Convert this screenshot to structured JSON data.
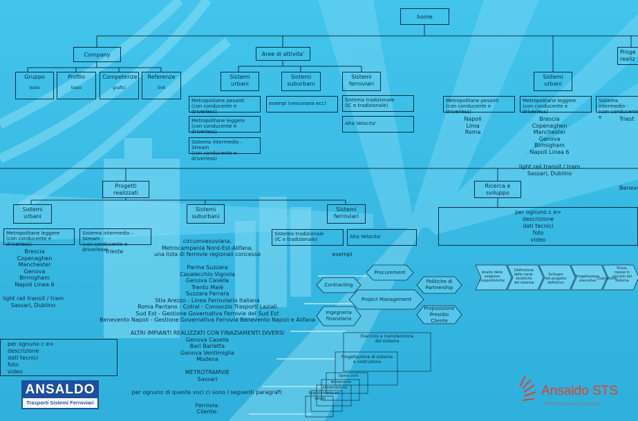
{
  "home": "home",
  "level1": {
    "company": "Company",
    "aree": "Aree di attivita'",
    "progetti": "Progetti\nrealizzati",
    "ricerca": "Ricerca e\nsviluppo",
    "right_cut": "Proge\nrealiz"
  },
  "company_children": [
    {
      "label": "Gruppo",
      "sub": "testo"
    },
    {
      "label": "Profilo",
      "sub": "testo"
    },
    {
      "label": "Competenze",
      "sub": "grafici"
    },
    {
      "label": "Referenze",
      "sub": "link"
    }
  ],
  "aree": {
    "urbani": "Sistemi\nurbani",
    "suburbani": "Sistemi\nsuburbani",
    "ferroviari": "Sistemi\nferroviari",
    "metro_pesanti": "Metropolitane pesanti\n(con conducente e driverless)",
    "metro_leggere": "Metropolitane leggere\n(con conducente e driverless)",
    "stream": "Sistema intermedio – Stream\n(con conducente e driverless)",
    "esempi_vesuviana": "esempi (vesuviana ecc)",
    "tradizionale": "Sistema tradizionale\n(IC e tradizionale)",
    "alta_velocita": "Alta Velocita'"
  },
  "right_top": {
    "urbani": "Sistemi\nurbani",
    "metro_pesanti": "Metropolitane pesanti\n(con conducente e driverless)",
    "metro_leggere": "Metropolitane leggere\n(con conducente e driverless)",
    "intermedio": "Sistema intermedio -\n(con conducente e",
    "pesanti_cities": "Napoli\nLima\nRoma",
    "leggere_cities": "Brescia\nCopenaghen\nManchester\nGenova\nBirmigham\nNapoli Linea 6",
    "leggere_extra": "light rail transit / tram\nSassari, Dublino",
    "trieste": "Triest",
    "benev": "Beneve"
  },
  "progetti": {
    "urbani": "Sistemi\nurbani",
    "suburbani": "Sistemi\nsuburbani",
    "ferroviari": "Sistemi\nferroviari",
    "metro_leggere": "Metropolitane leggere\n(con conducente e driverless)",
    "stream": "Sistema intermedio – Stream\n(con conducente e driverless)",
    "cities": "Brescia\nCopenaghen\nManchester\nGenova\nBirmigham\nNapoli Linea 6",
    "extra": "light rail transit / tram\nSassari, Dublino",
    "trieste": "Trieste",
    "tradizionale": "Sistema tradizionale\n(IC e tradizionale)",
    "alta_velocita": "Alta Velocita'",
    "esempi": "esempi",
    "per_ognuno": "per ognuno c e>\ndescrizione\ndati tecnici\nfoto\nvideo",
    "suburbani_text": "circumvesuviana,\nMetrocampania Nord-Est-Alifana,\nuna lista di ferrovie regionali concesse\n\nParma Suzzara\nCasalecchio Vignola\nGenova Casella\nTrento Malè\nSuzzara Ferrara\nStia Arezzo -  Linea Ferroviaria Italiana\nRoma Pantano  - Cotral  - Consorzio Trasporti Laziali\nSud Est  -  Gestione Governativa Ferrovie del Sud Est\nBenevento Napoli  -  Gestione Governativa Ferrovia Benevento Napoli e Alifana\n\nALTRI  IMPIANTI REALIZZATI  CON FINAZIAMENTI  DIVERSI\nGenova Casella\nBari Barletta\nGenova  Ventimiglia\nModena\n\nMETROTRAMVIE\nSassari\n\nper ognuno di queste voci ci sono i seguenti paragrafi:\n\nFerrovia:\nCliente:"
  },
  "ricerca_box": "per ognuno c e>\ndescrizione\ndati tecnici\nfoto\nvideo",
  "hexes": {
    "contracting": "Contracting",
    "procurement": "Procurement",
    "pm": "Project Management",
    "ingegneria": "Ingegneria\nfinanziaria",
    "politiche": "Politiche di\nPartnership",
    "proposizione": "Proposizione\nPresidio\nCliente"
  },
  "steps": [
    "Esercizio e manutenzione\ndel sistema",
    "Progettazione di sistema\ne costruzione",
    "Opere civili",
    "Armamento",
    "Alimentazione",
    "Segnalamento ed",
    "Veicoli"
  ],
  "chevrons": [
    "Analisi delle\nesigenze\ntrasportistiche",
    "Definizione\ndelle carat-\nteristiche\ndel sistema",
    "Sviluppo\ndel progetto\ndefinitivo",
    "Progettazione\nesecutiva",
    "Costruzione",
    "Prove,\nmesso in\nservizio del\nsistema"
  ],
  "logo_left": {
    "main": "ANSALDO",
    "sub": "Trasporti Sistemi Ferroviari"
  },
  "logo_right": {
    "main": "Ansaldo STS",
    "tag": "A Finmeccanica Company"
  },
  "colors": {
    "background": "#3bbbe4",
    "line": "#0d2f44",
    "logo_blue": "#1f4e9c",
    "logo_red": "#e63d2b"
  }
}
